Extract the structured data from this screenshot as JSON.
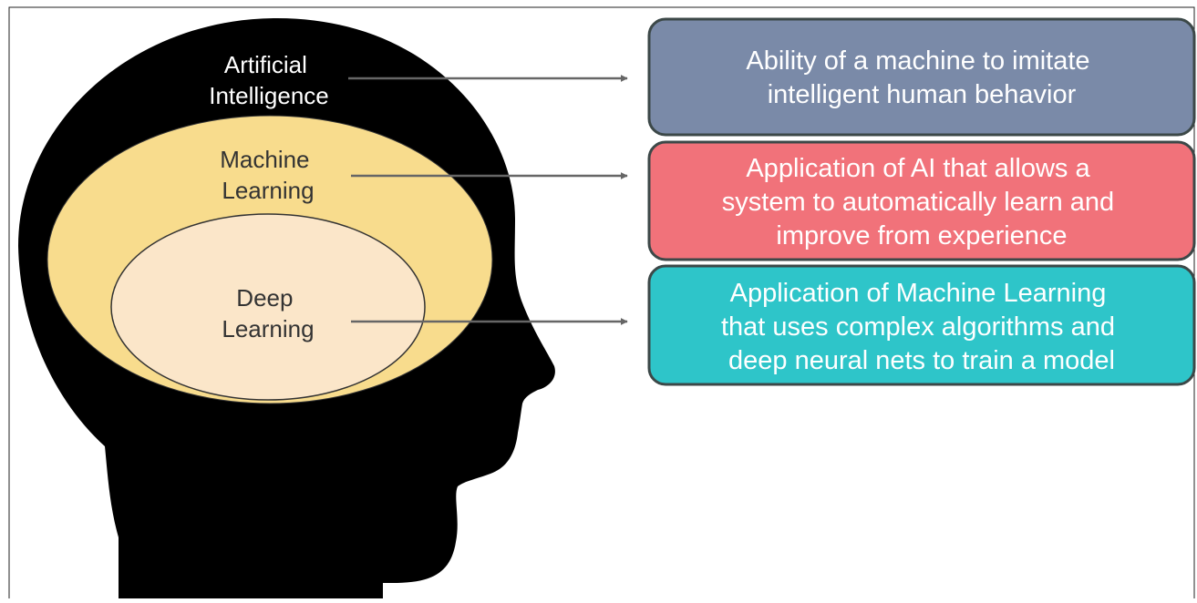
{
  "diagram": {
    "head": {
      "ai_label": [
        "Artificial",
        "Intelligence"
      ],
      "ml_label": [
        "Machine",
        "Learning"
      ],
      "dl_label": [
        "Deep",
        "Learning"
      ]
    },
    "boxes": [
      {
        "id": "ai",
        "lines": [
          "Ability of a machine to imitate",
          "intelligent human behavior"
        ],
        "color": "#7a8aa8"
      },
      {
        "id": "ml",
        "lines": [
          "Application of AI that allows a",
          "system to automatically learn and",
          "improve from experience"
        ],
        "color": "#f1727a"
      },
      {
        "id": "dl",
        "lines": [
          "Application of Machine Learning",
          "that uses complex algorithms and",
          "deep neural nets to train a model"
        ],
        "color": "#2ec5c9"
      }
    ],
    "colors": {
      "head": "#000000",
      "machine_learning_oval": "#f8dc8d",
      "deep_learning_oval": "#fbe6c9",
      "arrow": "#666666",
      "box_border": "#3c4848",
      "box_text": "#ffffff"
    }
  }
}
